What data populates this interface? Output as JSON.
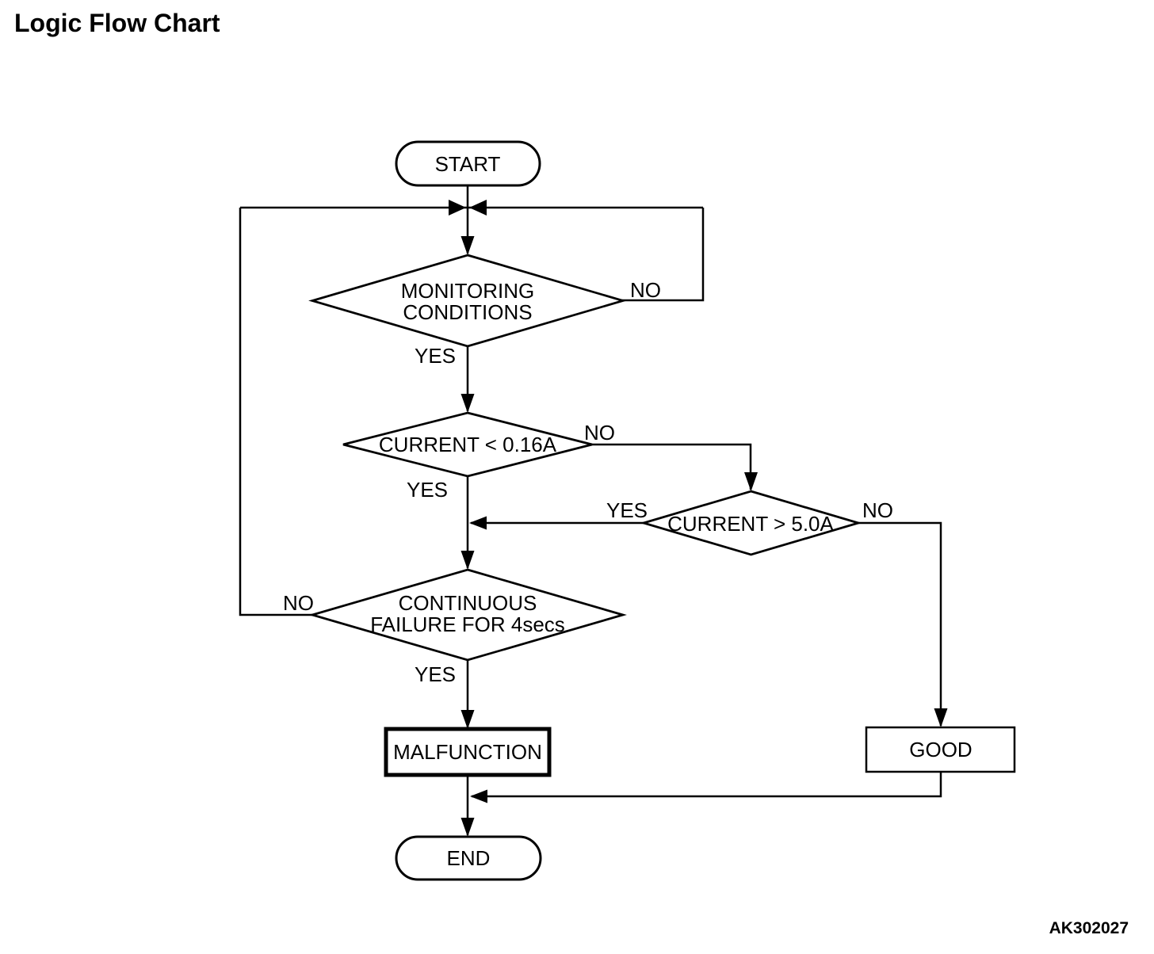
{
  "page": {
    "title": "Logic Flow Chart",
    "figure_code": "AK302027"
  },
  "flowchart": {
    "nodes": {
      "start": {
        "type": "terminator",
        "label": "START"
      },
      "monitoring": {
        "type": "decision",
        "line1": "MONITORING",
        "line2": "CONDITIONS"
      },
      "current_low": {
        "type": "decision",
        "label": "CURRENT < 0.16A"
      },
      "current_high": {
        "type": "decision",
        "label": "CURRENT > 5.0A"
      },
      "continuous": {
        "type": "decision",
        "line1": "CONTINUOUS",
        "line2": "FAILURE FOR 4secs"
      },
      "malfunction": {
        "type": "process",
        "label": "MALFUNCTION"
      },
      "good": {
        "type": "process",
        "label": "GOOD"
      },
      "end": {
        "type": "terminator",
        "label": "END"
      }
    },
    "edges": {
      "monitoring_no": "NO",
      "monitoring_yes": "YES",
      "current_low_no": "NO",
      "current_low_yes": "YES",
      "current_high_yes": "YES",
      "current_high_no": "NO",
      "continuous_no": "NO",
      "continuous_yes": "YES"
    },
    "colors": {
      "ink": "#000000",
      "background": "#ffffff"
    }
  }
}
